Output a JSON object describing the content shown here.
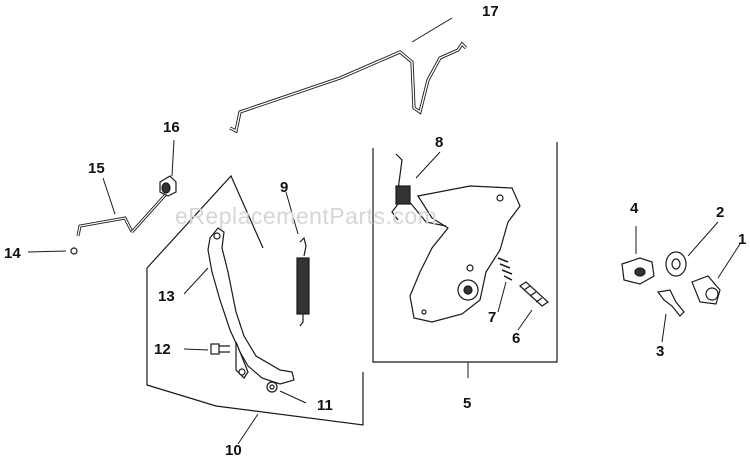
{
  "watermark": "eReplacementParts.com",
  "callouts": [
    {
      "id": "1",
      "text": "1"
    },
    {
      "id": "2",
      "text": "2"
    },
    {
      "id": "3",
      "text": "3"
    },
    {
      "id": "4",
      "text": "4"
    },
    {
      "id": "5",
      "text": "5"
    },
    {
      "id": "6",
      "text": "6"
    },
    {
      "id": "7",
      "text": "7"
    },
    {
      "id": "8",
      "text": "8"
    },
    {
      "id": "9",
      "text": "9"
    },
    {
      "id": "10",
      "text": "10"
    },
    {
      "id": "11",
      "text": "11"
    },
    {
      "id": "12",
      "text": "12"
    },
    {
      "id": "13",
      "text": "13"
    },
    {
      "id": "14",
      "text": "14"
    },
    {
      "id": "15",
      "text": "15"
    },
    {
      "id": "16",
      "text": "16"
    },
    {
      "id": "17",
      "text": "17"
    }
  ],
  "colors": {
    "line": "#1a1a1a",
    "part_fill": "#ffffff",
    "shade": "#555555",
    "watermark": "#d6d6d6"
  }
}
